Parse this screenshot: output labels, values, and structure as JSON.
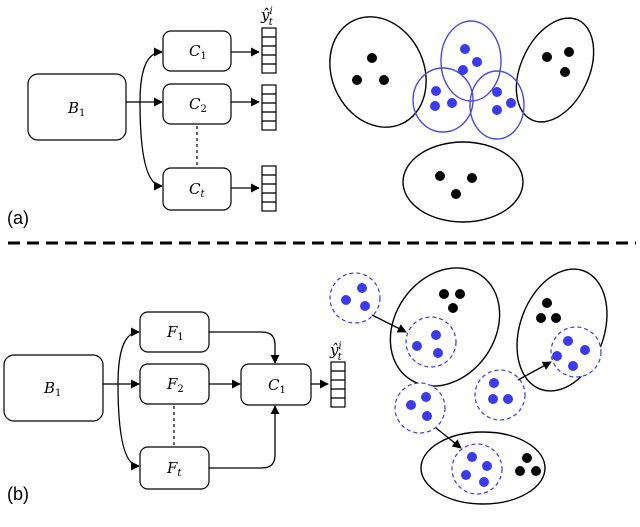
{
  "panels": {
    "a": "(a)",
    "b": "(b)"
  },
  "panel_a": {
    "backbone": {
      "main": "B",
      "sub": "1"
    },
    "classifiers": [
      {
        "main": "C",
        "sub": "1",
        "subItalic": false
      },
      {
        "main": "C",
        "sub": "2",
        "subItalic": false
      },
      {
        "main": "C",
        "sub": "t",
        "subItalic": true
      }
    ],
    "output": {
      "main": "ŷ",
      "sub": "t",
      "sup": "i"
    }
  },
  "panel_b": {
    "backbone": {
      "main": "B",
      "sub": "1"
    },
    "features": [
      {
        "main": "F",
        "sub": "1",
        "subItalic": false
      },
      {
        "main": "F",
        "sub": "2",
        "subItalic": false
      },
      {
        "main": "F",
        "sub": "t",
        "subItalic": true
      }
    ],
    "classifier": {
      "main": "C",
      "sub": "1"
    },
    "output": {
      "main": "ŷ",
      "sub": "t",
      "sup": "i"
    }
  },
  "colors": {
    "black": "#000000",
    "blue": "#3b3bee",
    "blue_outline": "#4b4bdc"
  }
}
